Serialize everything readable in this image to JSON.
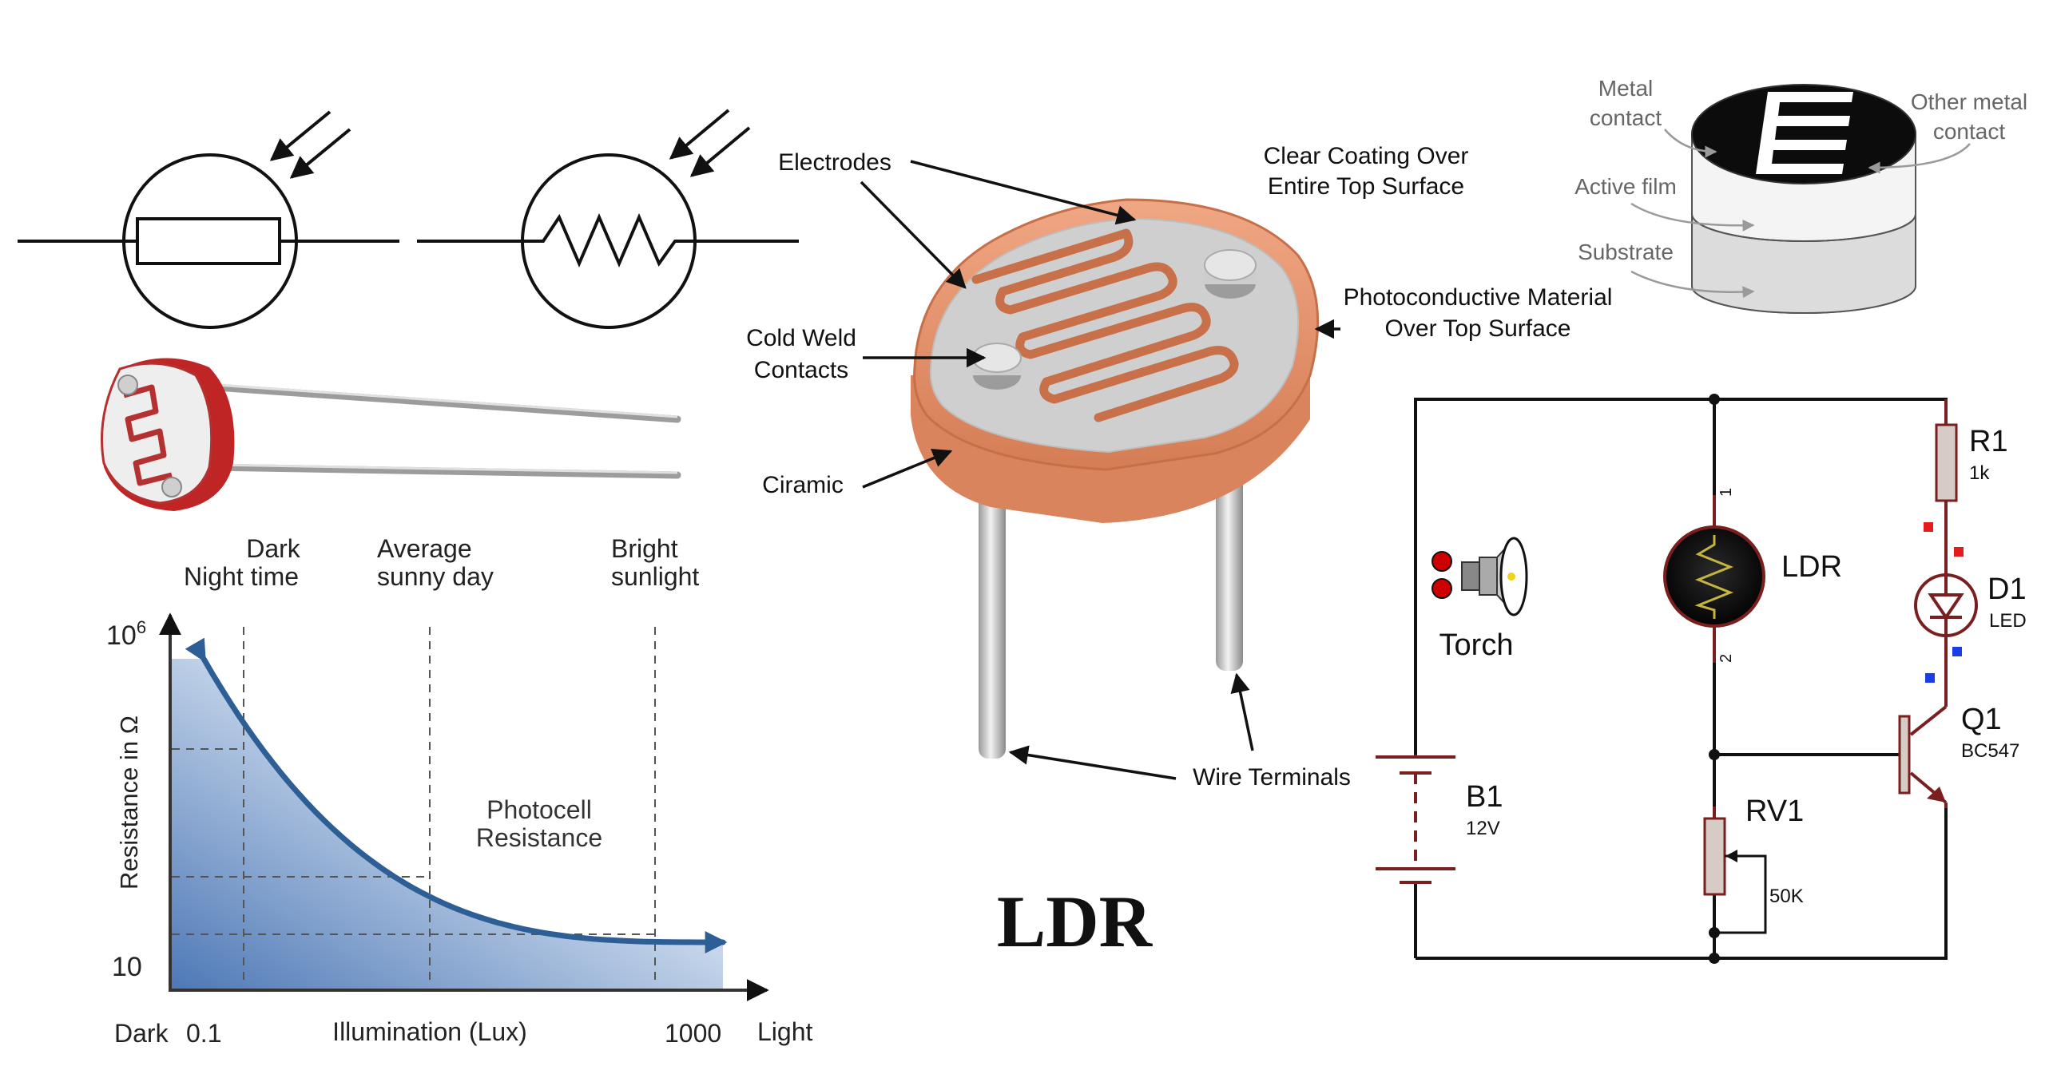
{
  "symbols": {
    "style_a": "rectangle-resistor-with-light-arrows",
    "style_b": "zigzag-resistor-with-light-arrows"
  },
  "anatomy": {
    "electrodes": "Electrodes",
    "clear_coating_1": "Clear Coating Over",
    "clear_coating_2": "Entire Top Surface",
    "cold_weld_1": "Cold Weld",
    "cold_weld_2": "Contacts",
    "photoconductive_1": "Photoconductive Material",
    "photoconductive_2": "Over Top Surface",
    "ceramic": "Ciramic",
    "wire_terminals": "Wire Terminals",
    "body_color": "#e8956b",
    "electrode_color": "#c8704a",
    "title": "LDR"
  },
  "crosssection": {
    "metal_contact_1": "Metal",
    "metal_contact_2": "contact",
    "other_metal_1": "Other metal",
    "other_metal_2": "contact",
    "active_film": "Active film",
    "substrate": "Substrate"
  },
  "graph": {
    "y_top": "10",
    "y_top_exp": "6",
    "y_bottom": "10",
    "y_axis": "Resistance in Ω",
    "x_axis": "Illumination (Lux)",
    "x_dark": "Dark",
    "x_light": "Light",
    "x_min": "0.1",
    "x_max": "1000",
    "region_dark_1": "Dark",
    "region_dark_2": "Night time",
    "region_avg_1": "Average",
    "region_avg_2": "sunny day",
    "region_bright_1": "Bright",
    "region_bright_2": "sunlight",
    "curve_1": "Photocell",
    "curve_2": "Resistance",
    "curve_color": "#2d5f96"
  },
  "circuit": {
    "torch": "Torch",
    "ldr": "LDR",
    "pin1": "1",
    "pin2": "2",
    "r1": "R1",
    "r1_val": "1k",
    "d1": "D1",
    "d1_val": "LED",
    "q1": "Q1",
    "q1_val": "BC547",
    "b1": "B1",
    "b1_val": "12V",
    "rv1": "RV1",
    "rv1_val": "50K",
    "wire_color": "#7a1f1f"
  }
}
